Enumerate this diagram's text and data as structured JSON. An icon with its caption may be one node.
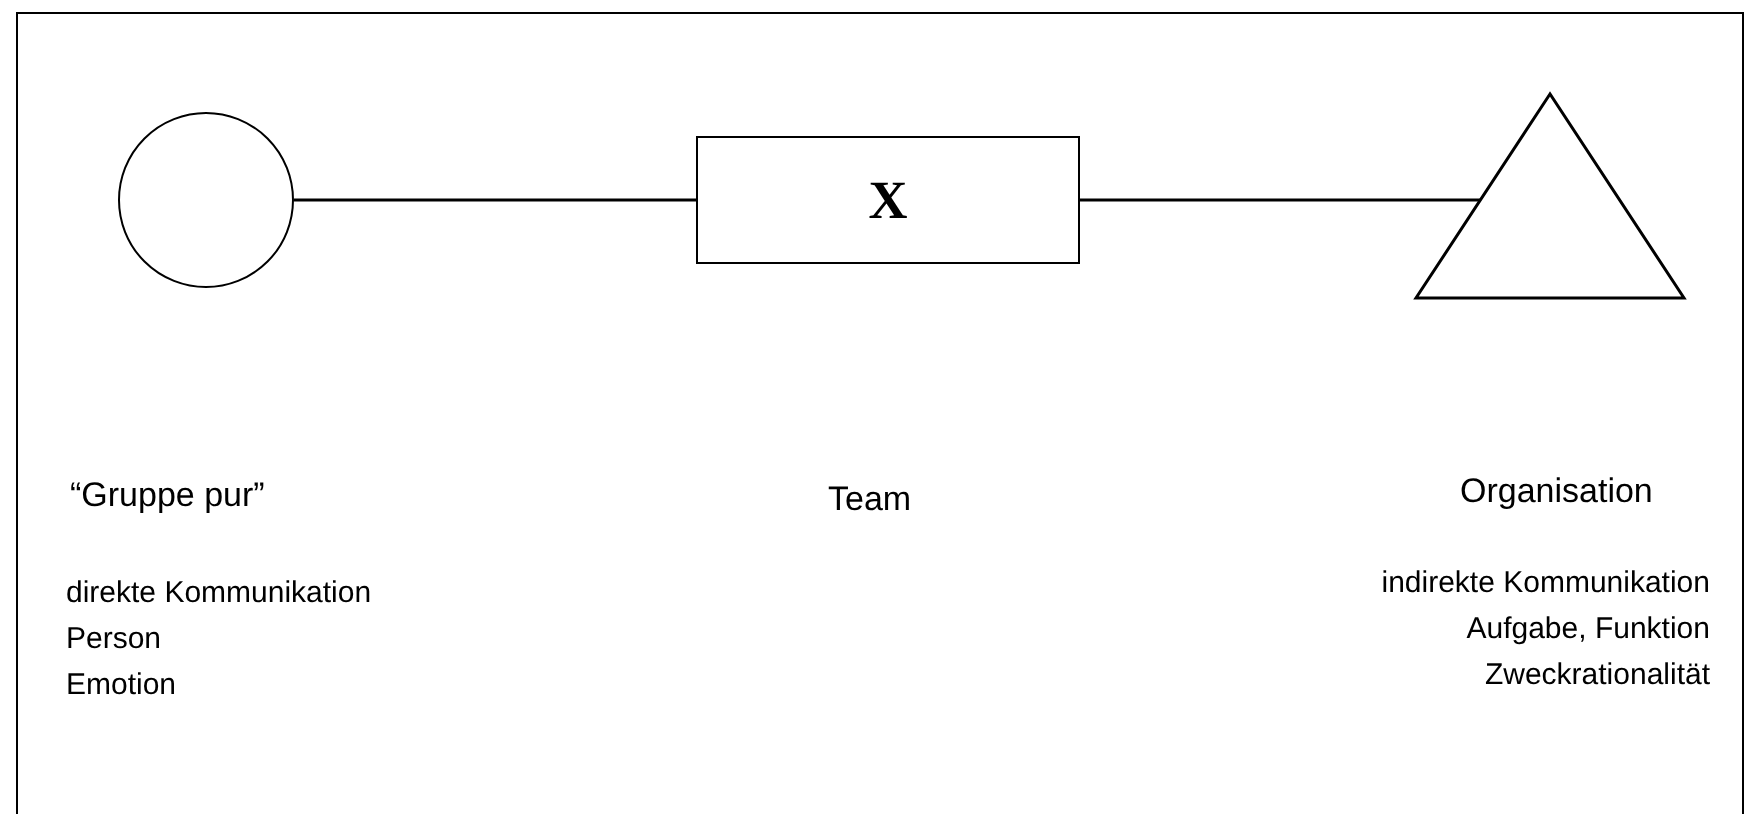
{
  "diagram": {
    "nodes": [
      {
        "text": [],
        "shape": "circle"
      },
      {
        "text": [
          "X"
        ]
      },
      {
        "text": [],
        "shape": "triangle"
      }
    ],
    "edges": [
      {
        "from": 0,
        "to": 1,
        "arrow": "none"
      },
      {
        "from": 1,
        "to": 2,
        "arrow": "none"
      }
    ],
    "labels": [
      "“Gruppe pur”",
      "Team",
      "Organisation",
      "direkte Kommunikation",
      "Person",
      "Emotion",
      "indirekte Kommunikation",
      "Aufgabe, Funktion",
      "Zweckrationalität"
    ]
  }
}
